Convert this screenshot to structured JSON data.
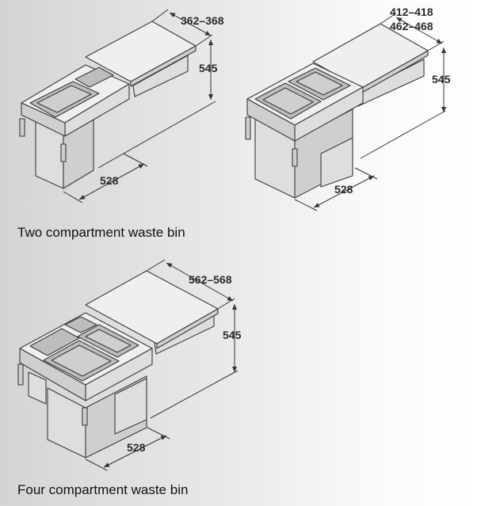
{
  "items": [
    {
      "caption": "Two compartment waste bin",
      "width_dim": "362–368",
      "height_dim": "545",
      "depth_dim": "528"
    },
    {
      "width_dim_a": "412–418",
      "width_dim_b": "462–468",
      "height_dim": "545",
      "depth_dim": "528"
    },
    {
      "caption": "Four compartment waste bin",
      "width_dim": "562–568",
      "height_dim": "545",
      "depth_dim": "528"
    }
  ]
}
